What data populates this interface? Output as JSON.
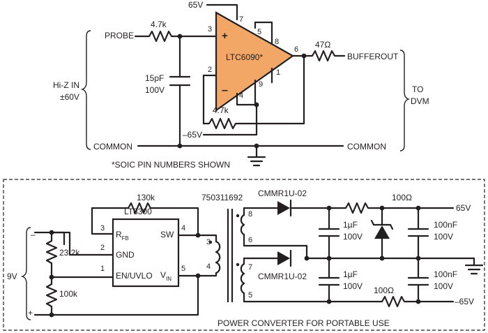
{
  "buffer": {
    "supply_pos": "65V",
    "supply_neg": "–65V",
    "probe": "PROBE",
    "r_in": "4.7k",
    "r_fb": "4.7k",
    "cap_val": "15pF",
    "cap_volt": "100V",
    "opamp": "LTC6090*",
    "opamp_color": "#f2a766",
    "r_out": "47Ω",
    "bufferout": "BUFFEROUT",
    "hiz_line1": "Hi-Z IN",
    "hiz_line2": "±60V",
    "to_dvm_line1": "TO",
    "to_dvm_line2": "DVM",
    "common_left": "COMMON",
    "common_right": "COMMON",
    "soic_note": "*SOIC PIN NUMBERS SHOWN",
    "pins": {
      "p7": "7",
      "p5": "5",
      "p8": "8",
      "p3": "3",
      "p6": "6",
      "p2": "2",
      "p1": "1",
      "p4": "4",
      "p9": "9"
    },
    "plus": "+",
    "minus": "–"
  },
  "converter": {
    "r_fb": "130k",
    "ic": "LT8300",
    "transformer": "750311692",
    "diode_top": "CMMR1U-02",
    "diode_bot": "CMMR1U-02",
    "r_top": "100Ω",
    "r_bot": "100Ω",
    "out_pos": "65V",
    "out_neg": "–65V",
    "c1_val": "1µF",
    "c1_volt": "100V",
    "c2_val": "100nF",
    "c2_volt": "100V",
    "c3_val": "1µF",
    "c3_volt": "100V",
    "c4_val": "100nF",
    "c4_volt": "100V",
    "r1": "23.2k",
    "r2": "100k",
    "batt": "9V",
    "batt_minus": "–",
    "batt_plus": "+",
    "ic_rfb": "R",
    "ic_rfb_sub": "FB",
    "ic_gnd": "GND",
    "ic_en": "EN/UVLO",
    "ic_sw": "SW",
    "ic_vin": "V",
    "ic_vin_sub": "IN",
    "ic_pins": {
      "p3": "3",
      "p2": "2",
      "p1": "1",
      "p4": "4",
      "p5": "5"
    },
    "xf_pins": {
      "p8": "8",
      "p6": "6",
      "p7": "7",
      "p5": "5",
      "p3": "3",
      "p4": "4"
    },
    "caption": "POWER CONVERTER FOR PORTABLE USE"
  }
}
